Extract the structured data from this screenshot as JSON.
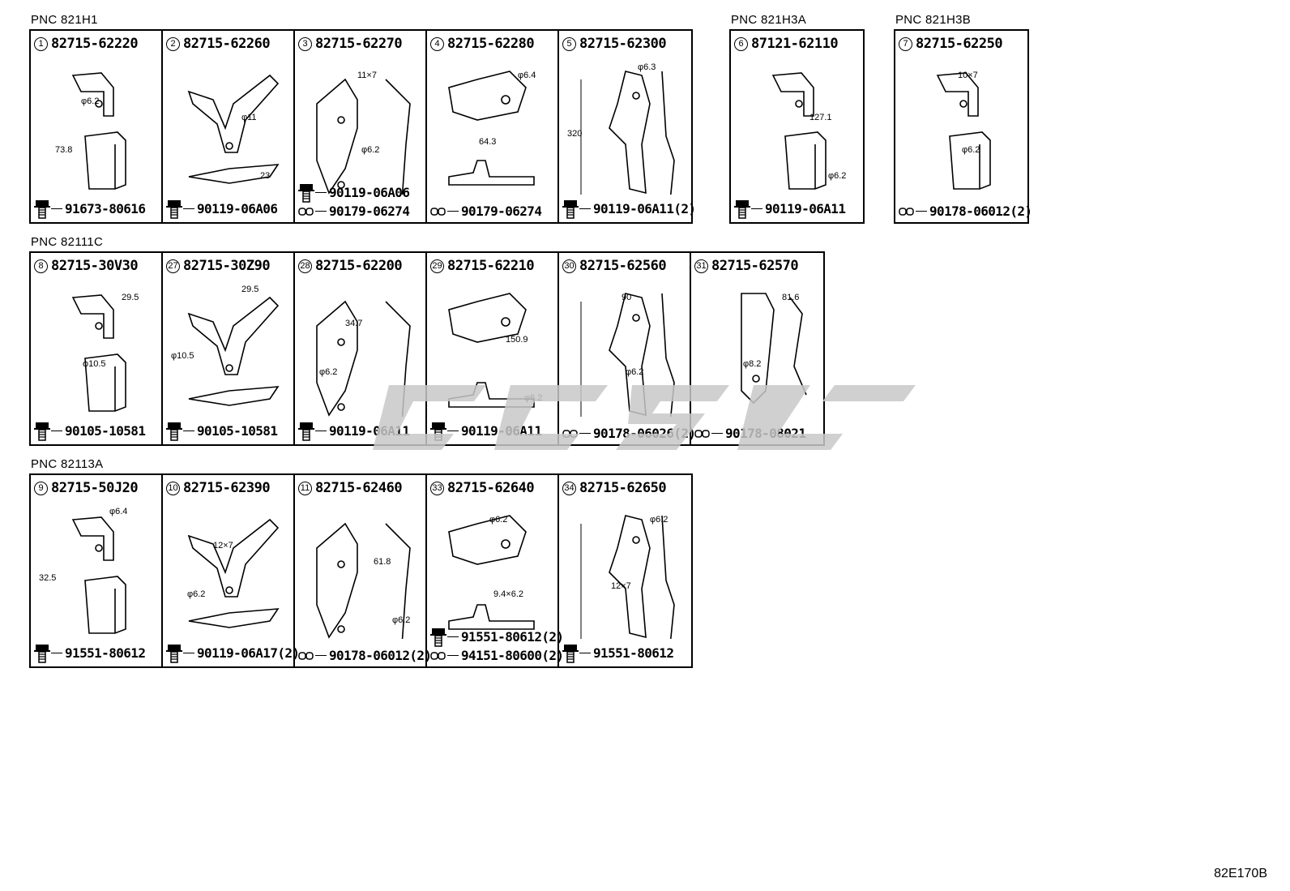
{
  "groups": [
    {
      "pnc": "PNC 821H1",
      "cells": [
        {
          "no": "1",
          "part": "82715-62220",
          "hw": [
            {
              "type": "bolt",
              "pn": "91673-80616"
            }
          ],
          "dims": [
            "φ6.2",
            "73.8"
          ]
        },
        {
          "no": "2",
          "part": "82715-62260",
          "hw": [
            {
              "type": "bolt",
              "pn": "90119-06A06"
            }
          ],
          "dims": [
            "φ11",
            "23"
          ]
        },
        {
          "no": "3",
          "part": "82715-62270",
          "hw": [
            {
              "type": "bolt",
              "pn": "90119-06A06"
            },
            {
              "type": "clip",
              "pn": "90179-06274"
            }
          ],
          "dims": [
            "11×7",
            "φ6.2"
          ]
        },
        {
          "no": "4",
          "part": "82715-62280",
          "hw": [
            {
              "type": "clip",
              "pn": "90179-06274"
            }
          ],
          "dims": [
            "φ6.4",
            "64.3"
          ]
        },
        {
          "no": "5",
          "part": "82715-62300",
          "hw": [
            {
              "type": "bolt",
              "pn": "90119-06A11(2)"
            }
          ],
          "dims": [
            "φ6.3",
            "320"
          ]
        }
      ]
    },
    {
      "pnc": "PNC 821H3A",
      "cells": [
        {
          "no": "6",
          "part": "87121-62110",
          "hw": [
            {
              "type": "bolt",
              "pn": "90119-06A11"
            }
          ],
          "dims": [
            "127.1",
            "φ6.2"
          ]
        }
      ]
    },
    {
      "pnc": "PNC 821H3B",
      "cells": [
        {
          "no": "7",
          "part": "82715-62250",
          "hw": [
            {
              "type": "clip",
              "pn": "90178-06012(2)"
            }
          ],
          "dims": [
            "10×7",
            "φ6.2"
          ]
        }
      ]
    },
    {
      "pnc": "PNC 82111C",
      "cells": [
        {
          "no": "8",
          "part": "82715-30V30",
          "hw": [
            {
              "type": "bolt",
              "pn": "90105-10581"
            }
          ],
          "dims": [
            "29.5",
            "φ10.5"
          ]
        },
        {
          "no": "27",
          "part": "82715-30Z90",
          "hw": [
            {
              "type": "bolt",
              "pn": "90105-10581"
            }
          ],
          "dims": [
            "29.5",
            "φ10.5"
          ]
        },
        {
          "no": "28",
          "part": "82715-62200",
          "hw": [
            {
              "type": "bolt",
              "pn": "90119-06A11"
            }
          ],
          "dims": [
            "34.7",
            "φ6.2"
          ]
        },
        {
          "no": "29",
          "part": "82715-62210",
          "hw": [
            {
              "type": "bolt",
              "pn": "90119-06A11"
            }
          ],
          "dims": [
            "150.9",
            "φ6.2"
          ]
        },
        {
          "no": "30",
          "part": "82715-62560",
          "hw": [
            {
              "type": "clip",
              "pn": "90178-06026(2)"
            }
          ],
          "dims": [
            "90",
            "φ6.2"
          ]
        },
        {
          "no": "31",
          "part": "82715-62570",
          "hw": [
            {
              "type": "clip",
              "pn": "90178-08021"
            }
          ],
          "dims": [
            "81.6",
            "φ8.2"
          ]
        }
      ]
    },
    {
      "pnc": "PNC 82113A",
      "cells": [
        {
          "no": "9",
          "part": "82715-50J20",
          "hw": [
            {
              "type": "bolt",
              "pn": "91551-80612"
            }
          ],
          "dims": [
            "φ6.4",
            "32.5"
          ]
        },
        {
          "no": "10",
          "part": "82715-62390",
          "hw": [
            {
              "type": "bolt",
              "pn": "90119-06A17(2)"
            }
          ],
          "dims": [
            "12×7",
            "φ6.2"
          ]
        },
        {
          "no": "11",
          "part": "82715-62460",
          "hw": [
            {
              "type": "clip",
              "pn": "90178-06012(2)"
            }
          ],
          "dims": [
            "61.8",
            "φ6.2"
          ]
        },
        {
          "no": "33",
          "part": "82715-62640",
          "hw": [
            {
              "type": "bolt",
              "pn": "91551-80612(2)"
            },
            {
              "type": "clip",
              "pn": "94151-80600(2)"
            }
          ],
          "dims": [
            "φ6.2",
            "9.4×6.2"
          ]
        },
        {
          "no": "34",
          "part": "82715-62650",
          "hw": [
            {
              "type": "bolt",
              "pn": "91551-80612"
            }
          ],
          "dims": [
            "φ6.2",
            "12×7"
          ]
        }
      ]
    }
  ],
  "drawing_code": "82E170B",
  "colors": {
    "line": "#000000",
    "watermark": "#c8c8c8"
  }
}
